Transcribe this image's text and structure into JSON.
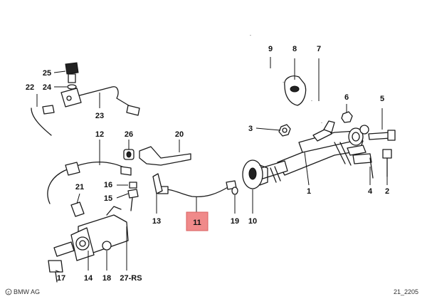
{
  "labels": [
    "1",
    "2",
    "3",
    "4",
    "5",
    "6",
    "7",
    "8",
    "9",
    "10",
    "11",
    "12",
    "13",
    "14",
    "15",
    "16",
    "17",
    "18",
    "19",
    "20",
    "21",
    "22",
    "23",
    "24",
    "25",
    "26",
    "27-RS"
  ],
  "highlight": {
    "label": "11",
    "color": "#f08a8a"
  },
  "footer": {
    "left": "BMW AG",
    "right": "21_2205"
  },
  "logo_icon": "bmw-copyright-icon"
}
